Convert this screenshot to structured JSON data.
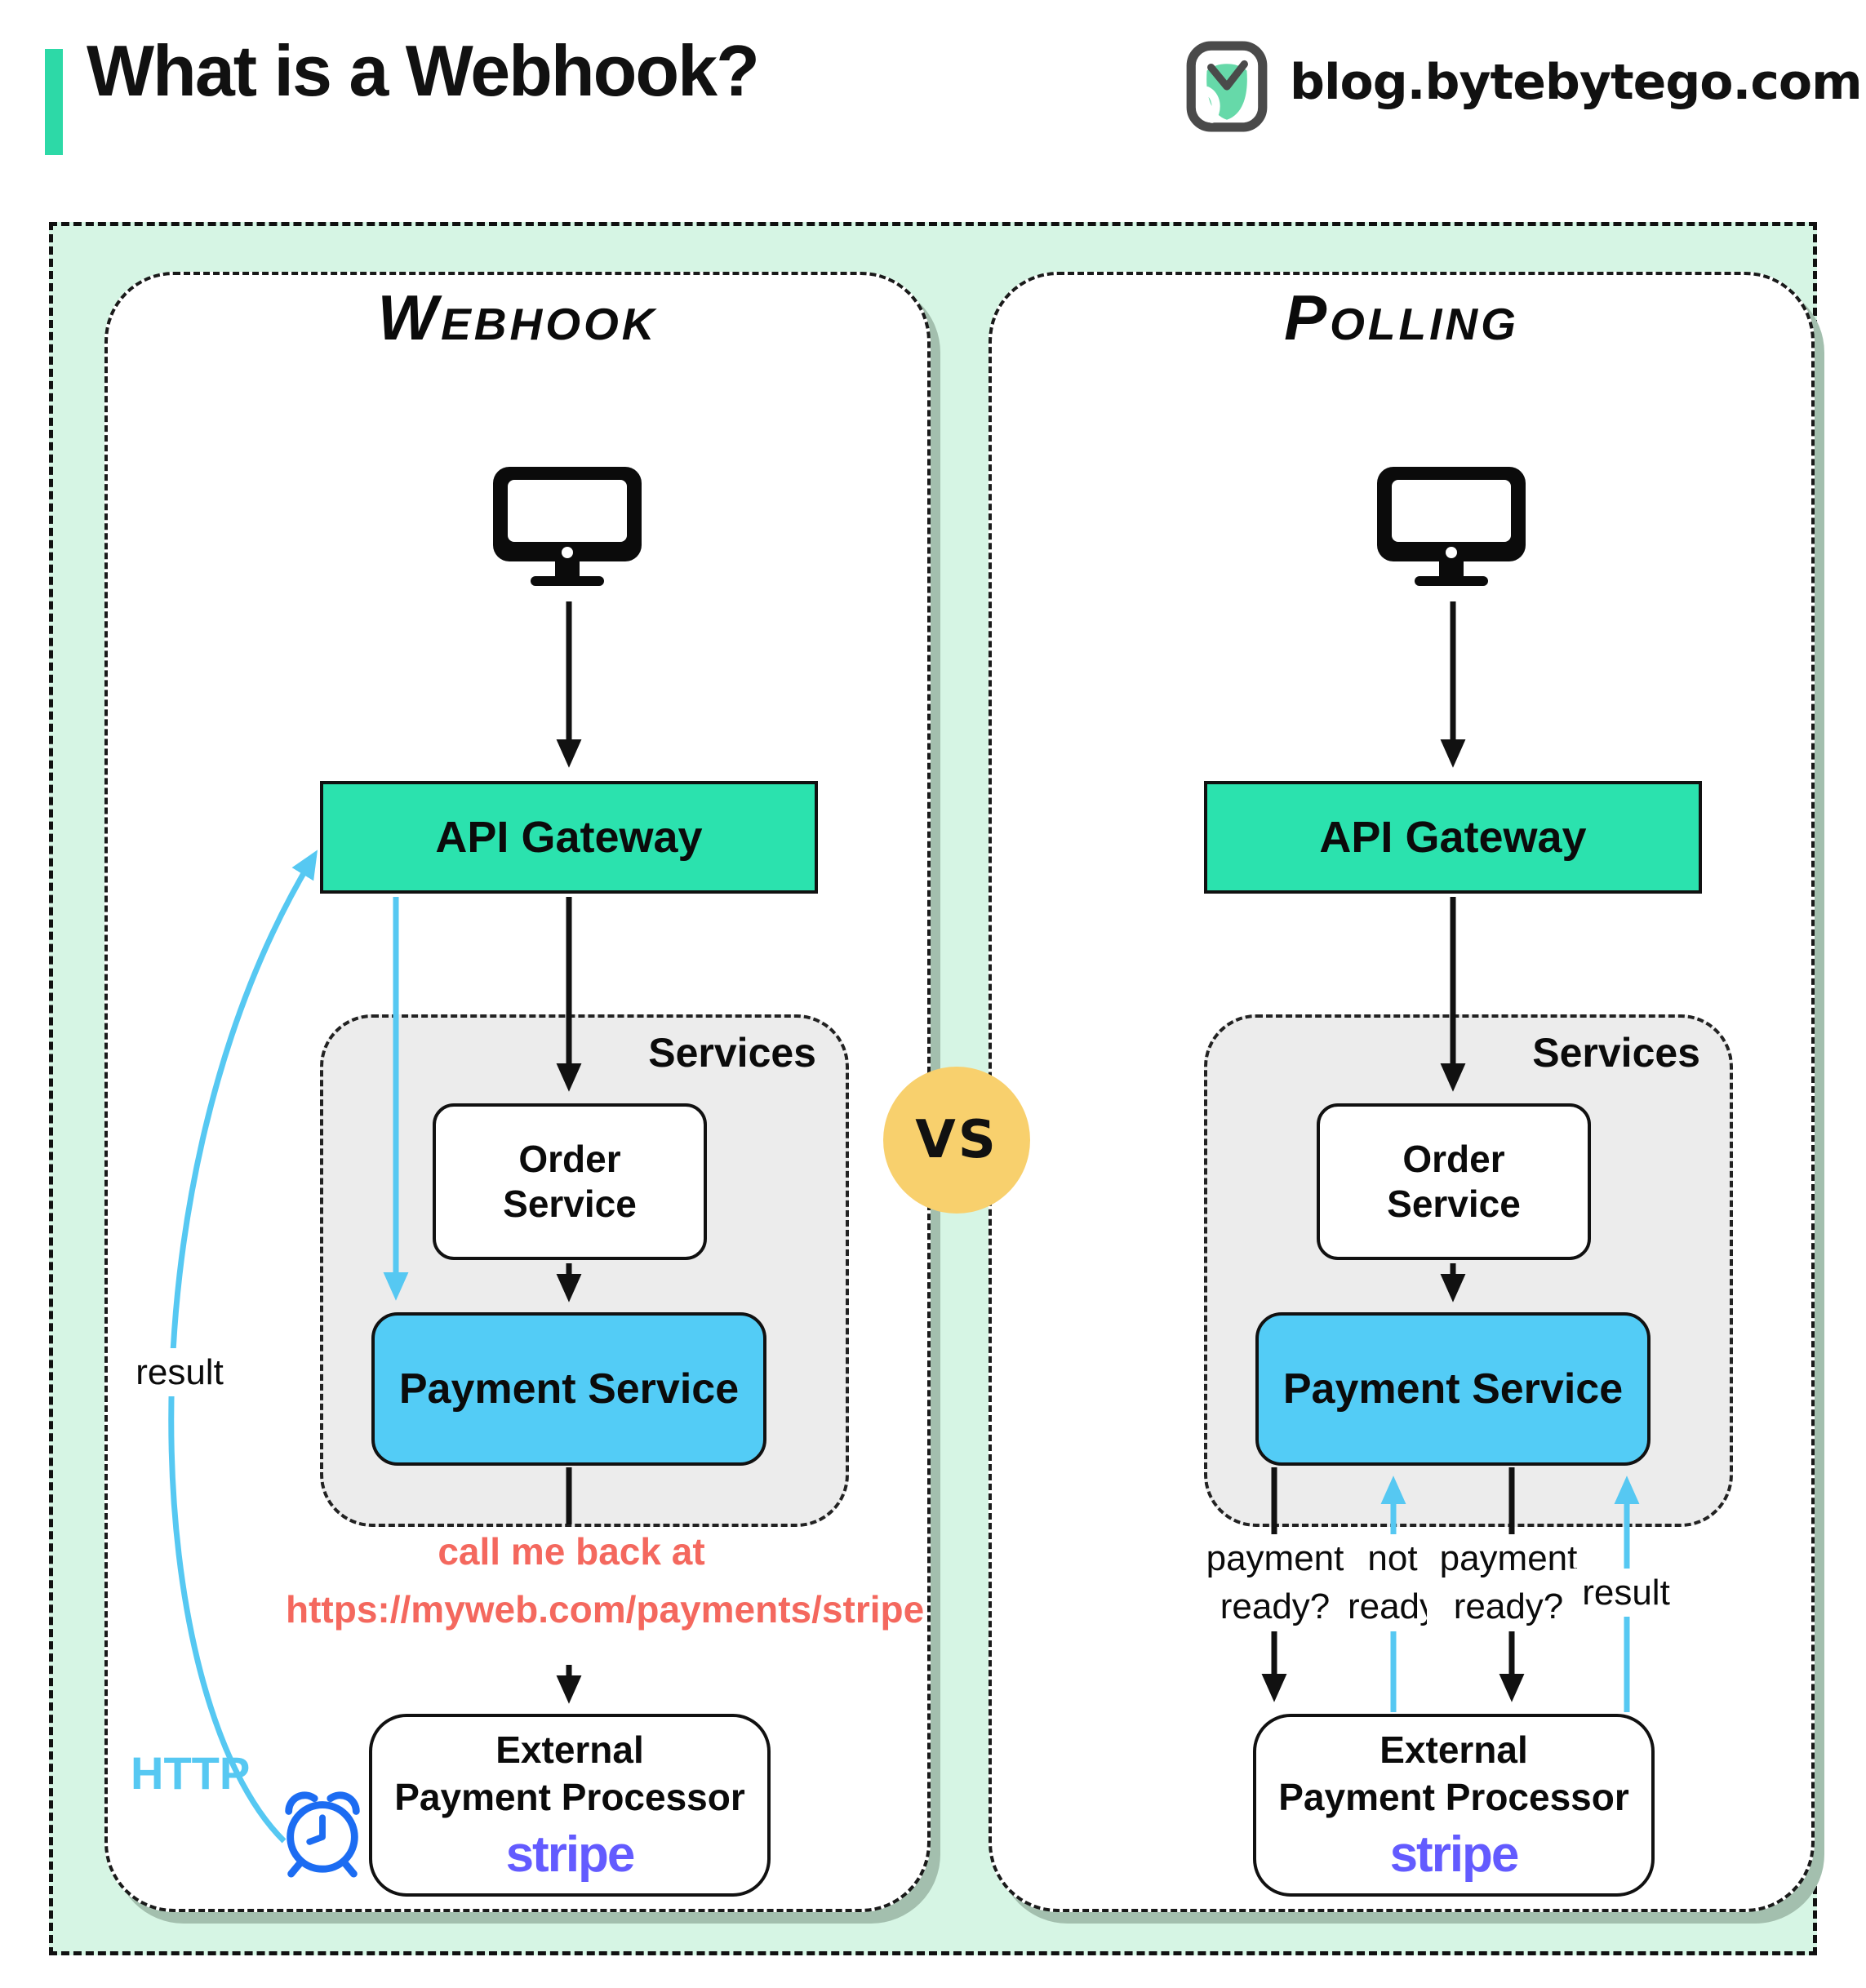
{
  "header": {
    "title": "What is a Webhook?",
    "site": "blog.bytebytego.com",
    "logo_icon": "bytebytego-logo"
  },
  "vs_badge": "VS",
  "colors": {
    "mint_background": "#d6f5e4",
    "accent_bar": "#2dd9a7",
    "api_gateway_fill": "#2be2ae",
    "payment_service_fill": "#53ccf6",
    "services_group_fill": "#ececec",
    "vs_circle_fill": "#f8d06d",
    "callback_text": "#f4685e",
    "arrow_blue": "#56c8f2",
    "arrow_black": "#111111",
    "clock_blue": "#1c6cf2",
    "stripe_purple": "#635bff"
  },
  "webhook": {
    "title": "Webhook",
    "api_gateway": "API Gateway",
    "services_label": "Services",
    "order_service": "Order Service",
    "payment_service": "Payment Service",
    "callback_line1": "call me back at",
    "callback_line2": "https://myweb.com/payments/stripe",
    "result_label": "result",
    "http_label": "HTTP",
    "external_line1": "External",
    "external_line2": "Payment Processor",
    "external_brand": "stripe"
  },
  "polling": {
    "title": "Polling",
    "api_gateway": "API Gateway",
    "services_label": "Services",
    "order_service": "Order Service",
    "payment_service": "Payment Service",
    "arrow_labels": [
      {
        "text": "payment ready?"
      },
      {
        "text": "not ready"
      },
      {
        "text": "payment ready?"
      },
      {
        "text": "result"
      }
    ],
    "external_line1": "External",
    "external_line2": "Payment Processor",
    "external_brand": "stripe"
  }
}
